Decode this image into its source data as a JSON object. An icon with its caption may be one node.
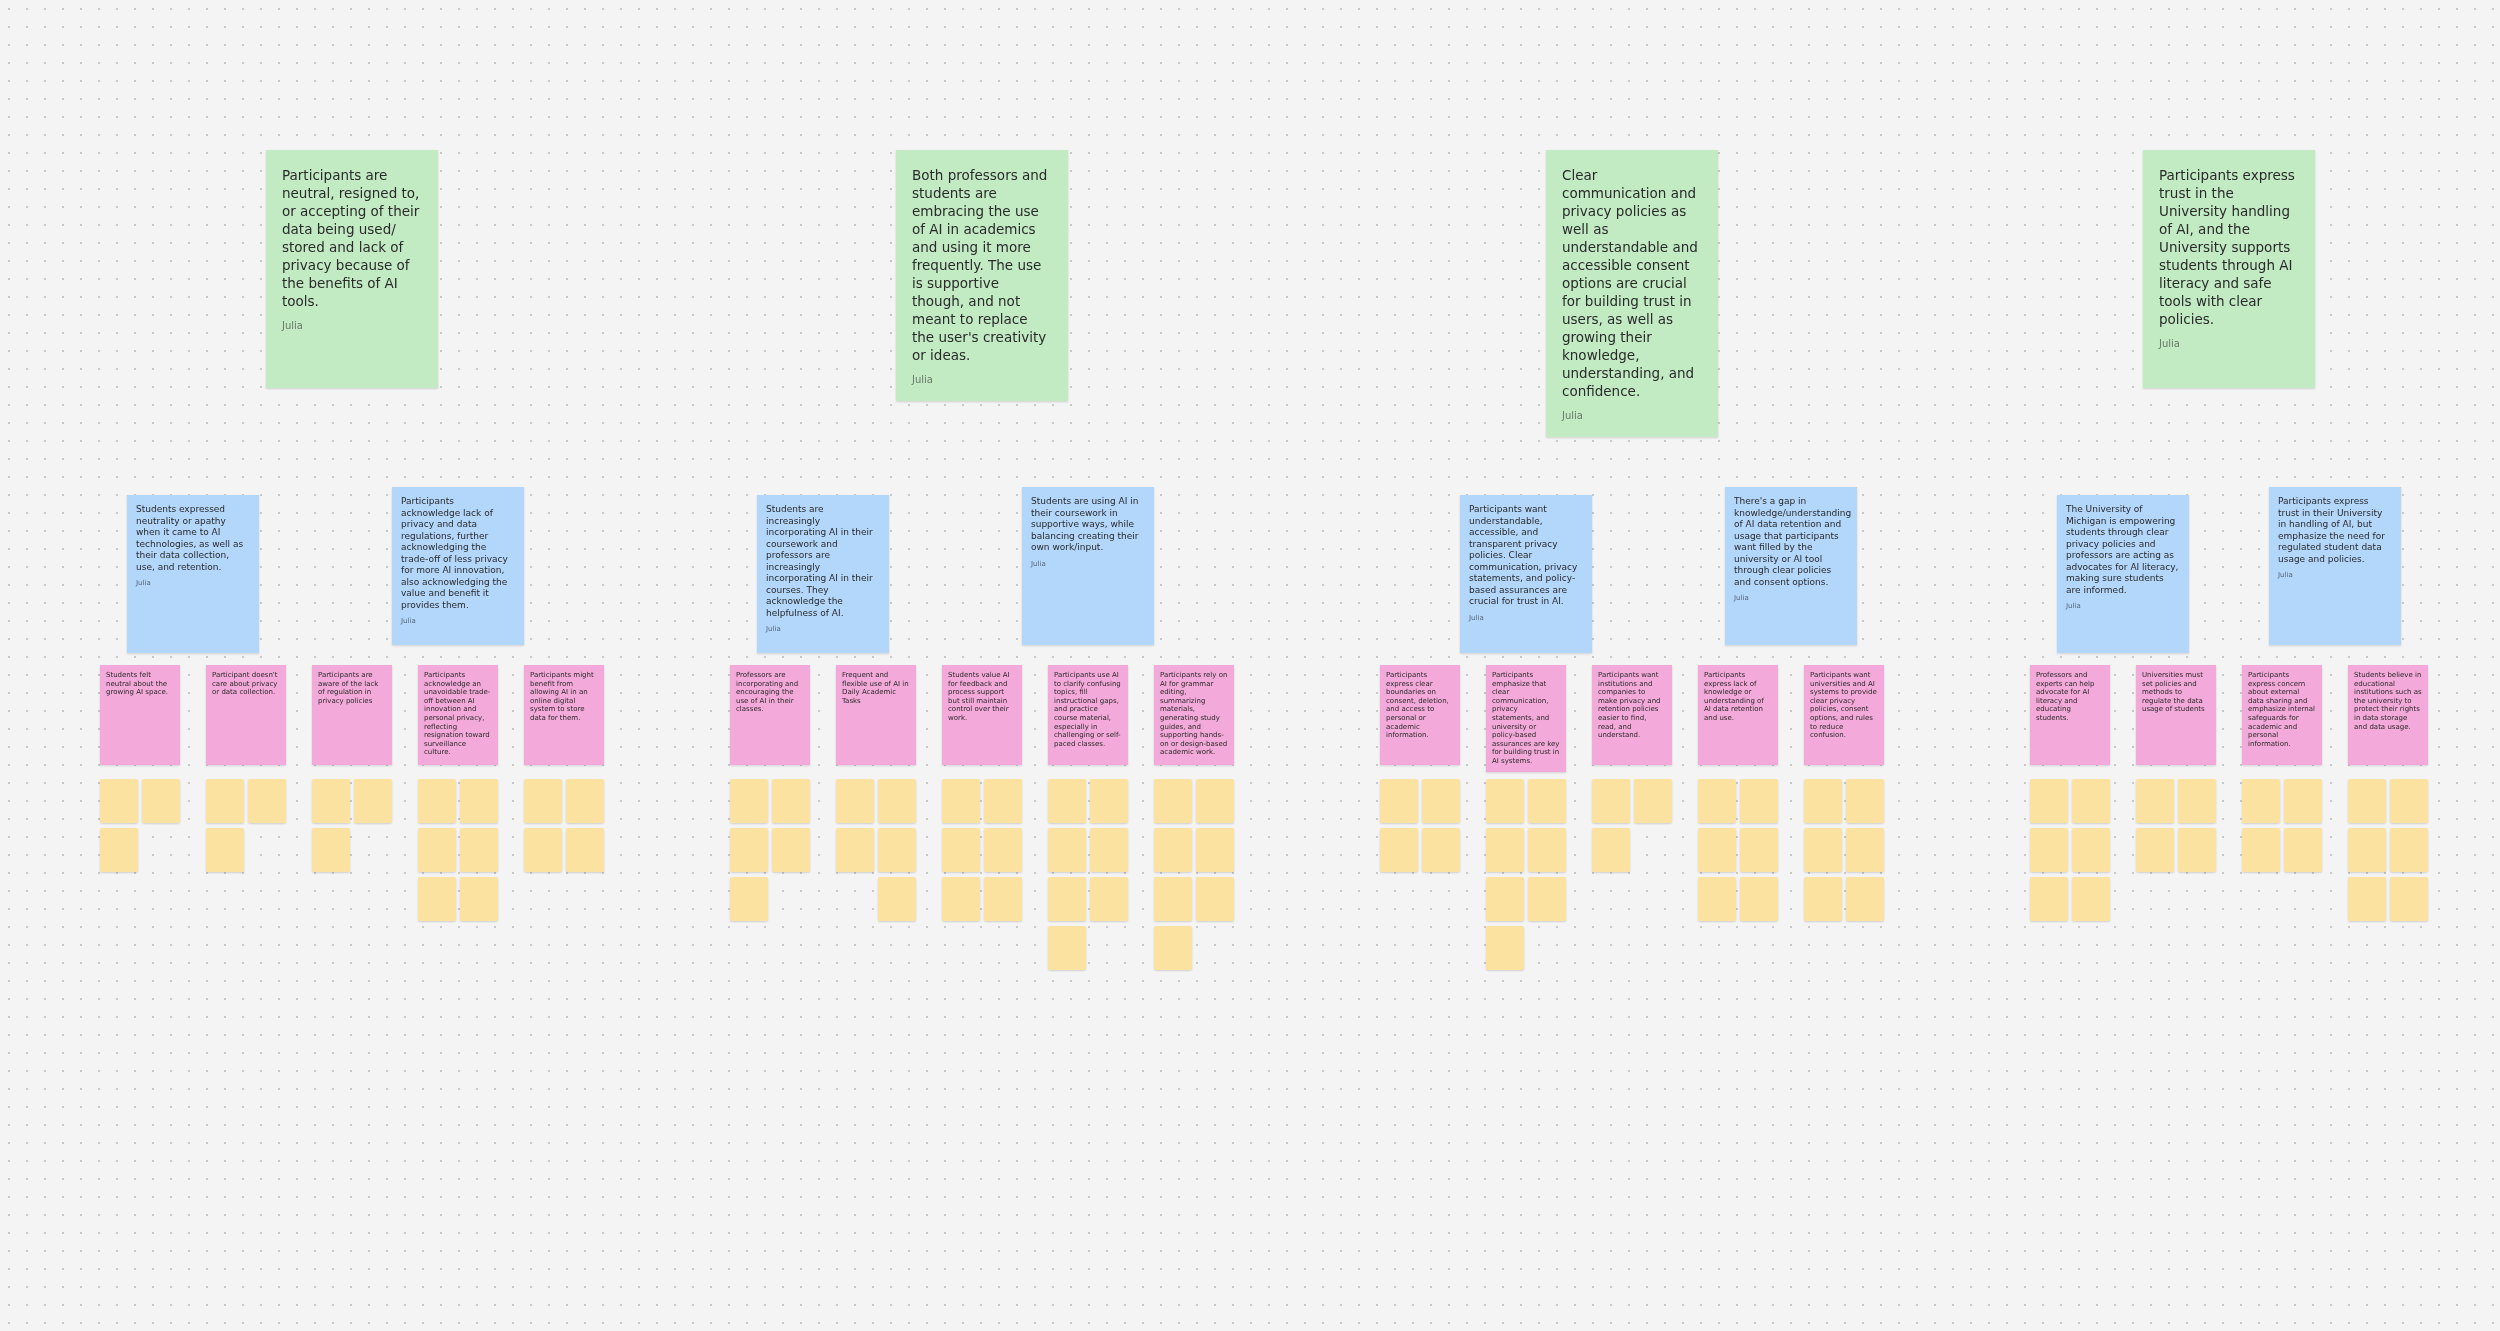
{
  "diagram": {
    "nodes": [
      {
        "text": [
          "Participants are neutral, resigned to, or accepting of their data being used/ stored and lack of privacy because of the benefits of AI tools.",
          "Julia"
        ]
      },
      {
        "text": [
          "Students expressed neutrality or apathy when it came to AI technologies, as well as their data collection, use, and retention.",
          "Julia"
        ]
      },
      {
        "text": [
          "Participants acknowledge lack of privacy and data regulations, further acknowledging the trade-off of less privacy for more AI innovation, also acknowledging the value and benefit it provides them.",
          "Julia"
        ]
      },
      {
        "text": [
          "Students felt neutral about the growing AI space."
        ]
      },
      {
        "text": [],
        "shape": "box"
      },
      {
        "text": [],
        "shape": "box"
      },
      {
        "text": [],
        "shape": "box"
      },
      {
        "text": [
          "Participant doesn't care about privacy or data collection."
        ]
      },
      {
        "text": [],
        "shape": "box"
      },
      {
        "text": [],
        "shape": "box"
      },
      {
        "text": [],
        "shape": "box"
      },
      {
        "text": [
          "Participants are aware of the lack of regulation in privacy policies"
        ]
      },
      {
        "text": [],
        "shape": "box"
      },
      {
        "text": [],
        "shape": "box"
      },
      {
        "text": [],
        "shape": "box"
      },
      {
        "text": [
          "Participants acknowledge an unavoidable trade-off between AI innovation and personal privacy, reflecting resignation toward surveillance culture."
        ]
      },
      {
        "text": [],
        "shape": "box"
      },
      {
        "text": [],
        "shape": "box"
      },
      {
        "text": [],
        "shape": "box"
      },
      {
        "text": [],
        "shape": "box"
      },
      {
        "text": [],
        "shape": "box"
      },
      {
        "text": [],
        "shape": "box"
      },
      {
        "text": [
          "Participants might benefit from allowing AI in an online digital system to store data for them."
        ]
      },
      {
        "text": [],
        "shape": "box"
      },
      {
        "text": [],
        "shape": "box"
      },
      {
        "text": [],
        "shape": "box"
      },
      {
        "text": [],
        "shape": "box"
      },
      {
        "text": [
          "Both professors and students are embracing the use of AI in academics and using it more frequently. The use is supportive though, and not meant to replace the user's creativity or ideas.",
          "Julia"
        ]
      },
      {
        "text": [
          "Students are increasingly incorporating AI in their coursework and professors are increasingly incorporating AI in their courses. They acknowledge the helpfulness of AI.",
          "Julia"
        ]
      },
      {
        "text": [
          "Students are using AI in their coursework in supportive ways, while balancing creating their own work/input.",
          "Julia"
        ]
      },
      {
        "text": [
          "Professors are incorporating and encouraging the use of AI in their classes."
        ]
      },
      {
        "text": [],
        "shape": "box"
      },
      {
        "text": [],
        "shape": "box"
      },
      {
        "text": [],
        "shape": "box"
      },
      {
        "text": [],
        "shape": "box"
      },
      {
        "text": [],
        "shape": "box"
      },
      {
        "text": [
          "Frequent and flexible use of AI in Daily Academic Tasks"
        ]
      },
      {
        "text": [],
        "shape": "box"
      },
      {
        "text": [],
        "shape": "box"
      },
      {
        "text": [],
        "shape": "box"
      },
      {
        "text": [],
        "shape": "box"
      },
      {
        "text": [],
        "shape": "box"
      },
      {
        "text": [
          "Students value AI for feedback and process support but still maintain control over their work."
        ]
      },
      {
        "text": [],
        "shape": "box"
      },
      {
        "text": [],
        "shape": "box"
      },
      {
        "text": [],
        "shape": "box"
      },
      {
        "text": [],
        "shape": "box"
      },
      {
        "text": [],
        "shape": "box"
      },
      {
        "text": [],
        "shape": "box"
      },
      {
        "text": [
          "Participants use AI to clarify confusing topics, fill instructional gaps, and practice course material, especially in challenging or self-paced classes."
        ]
      },
      {
        "text": [],
        "shape": "box"
      },
      {
        "text": [],
        "shape": "box"
      },
      {
        "text": [],
        "shape": "box"
      },
      {
        "text": [],
        "shape": "box"
      },
      {
        "text": [],
        "shape": "box"
      },
      {
        "text": [],
        "shape": "box"
      },
      {
        "text": [],
        "shape": "box"
      },
      {
        "text": [
          "Participants rely on AI for grammar editing, summarizing materials, generating study guides, and supporting hands-on or design-based academic work."
        ]
      },
      {
        "text": [],
        "shape": "box"
      },
      {
        "text": [],
        "shape": "box"
      },
      {
        "text": [],
        "shape": "box"
      },
      {
        "text": [],
        "shape": "box"
      },
      {
        "text": [],
        "shape": "box"
      },
      {
        "text": [],
        "shape": "box"
      },
      {
        "text": [],
        "shape": "box"
      },
      {
        "text": [
          "Clear communication and privacy policies as well as understandable and accessible consent options are crucial for building trust in users, as well as growing their knowledge, understanding, and confidence.",
          "Julia"
        ]
      },
      {
        "text": [
          "Participants want understandable, accessible, and transparent privacy policies. Clear communication, privacy statements, and policy-based assurances are crucial for trust in AI.",
          "Julia"
        ]
      },
      {
        "text": [
          "There's a gap in knowledge/understanding of AI data retention and usage that participants want filled by the university or AI tool through clear policies and consent options.",
          "Julia"
        ]
      },
      {
        "text": [
          "Participants express clear boundaries on consent, deletion, and access to personal or academic information."
        ]
      },
      {
        "text": [],
        "shape": "box"
      },
      {
        "text": [],
        "shape": "box"
      },
      {
        "text": [],
        "shape": "box"
      },
      {
        "text": [],
        "shape": "box"
      },
      {
        "text": [
          "Participants emphasize that clear communication, privacy statements, and university or policy-based assurances are key for building trust in AI systems."
        ]
      },
      {
        "text": [],
        "shape": "box"
      },
      {
        "text": [],
        "shape": "box"
      },
      {
        "text": [],
        "shape": "box"
      },
      {
        "text": [],
        "shape": "box"
      },
      {
        "text": [],
        "shape": "box"
      },
      {
        "text": [],
        "shape": "box"
      },
      {
        "text": [],
        "shape": "box"
      },
      {
        "text": [
          "Participants want institutions and companies to make privacy and retention policies easier to find, read, and understand."
        ]
      },
      {
        "text": [],
        "shape": "box"
      },
      {
        "text": [],
        "shape": "box"
      },
      {
        "text": [],
        "shape": "box"
      },
      {
        "text": [
          "Participants express lack of knowledge or understanding of AI data retention and use."
        ]
      },
      {
        "text": [],
        "shape": "box"
      },
      {
        "text": [],
        "shape": "box"
      },
      {
        "text": [],
        "shape": "box"
      },
      {
        "text": [],
        "shape": "box"
      },
      {
        "text": [],
        "shape": "box"
      },
      {
        "text": [],
        "shape": "box"
      },
      {
        "text": [
          "Participants want universities and AI systems to provide clear privacy policies, consent options, and rules to reduce confusion."
        ]
      },
      {
        "text": [],
        "shape": "box"
      },
      {
        "text": [],
        "shape": "box"
      },
      {
        "text": [],
        "shape": "box"
      },
      {
        "text": [],
        "shape": "box"
      },
      {
        "text": [],
        "shape": "box"
      },
      {
        "text": [],
        "shape": "box"
      },
      {
        "text": [
          "Participants express trust in the University handling of AI, and the University supports students through AI literacy and safe tools with clear policies.",
          "Julia"
        ]
      },
      {
        "text": [
          "The University of Michigan is empowering students through clear privacy policies and professors are acting as advocates for AI literacy, making sure students are informed.",
          "Julia"
        ]
      },
      {
        "text": [
          "Participants express trust in their University in handling of AI, but emphasize the need for regulated student data usage and policies.",
          "Julia"
        ]
      },
      {
        "text": [
          "Professors and experts can help advocate for AI literacy and educating students."
        ]
      },
      {
        "text": [],
        "shape": "box"
      },
      {
        "text": [],
        "shape": "box"
      },
      {
        "text": [],
        "shape": "box"
      },
      {
        "text": [],
        "shape": "box"
      },
      {
        "text": [],
        "shape": "box"
      },
      {
        "text": [],
        "shape": "box"
      },
      {
        "text": [
          "Universities must set policies and methods to regulate the data usage of students"
        ]
      },
      {
        "text": [],
        "shape": "box"
      },
      {
        "text": [],
        "shape": "box"
      },
      {
        "text": [],
        "shape": "box"
      },
      {
        "text": [],
        "shape": "box"
      },
      {
        "text": [
          "Participants express concern about external data sharing and emphasize internal safeguards for academic and personal information."
        ]
      },
      {
        "text": [],
        "shape": "box"
      },
      {
        "text": [],
        "shape": "box"
      },
      {
        "text": [],
        "shape": "box"
      },
      {
        "text": [],
        "shape": "box"
      },
      {
        "text": [
          "Students believe in educational institutions such as the university to protect their rights in data storage and data usage."
        ]
      },
      {
        "text": [],
        "shape": "box"
      },
      {
        "text": [],
        "shape": "box"
      },
      {
        "text": [],
        "shape": "box"
      },
      {
        "text": [],
        "shape": "box"
      },
      {
        "text": [],
        "shape": "box"
      },
      {
        "text": [],
        "shape": "box"
      }
    ]
  }
}
